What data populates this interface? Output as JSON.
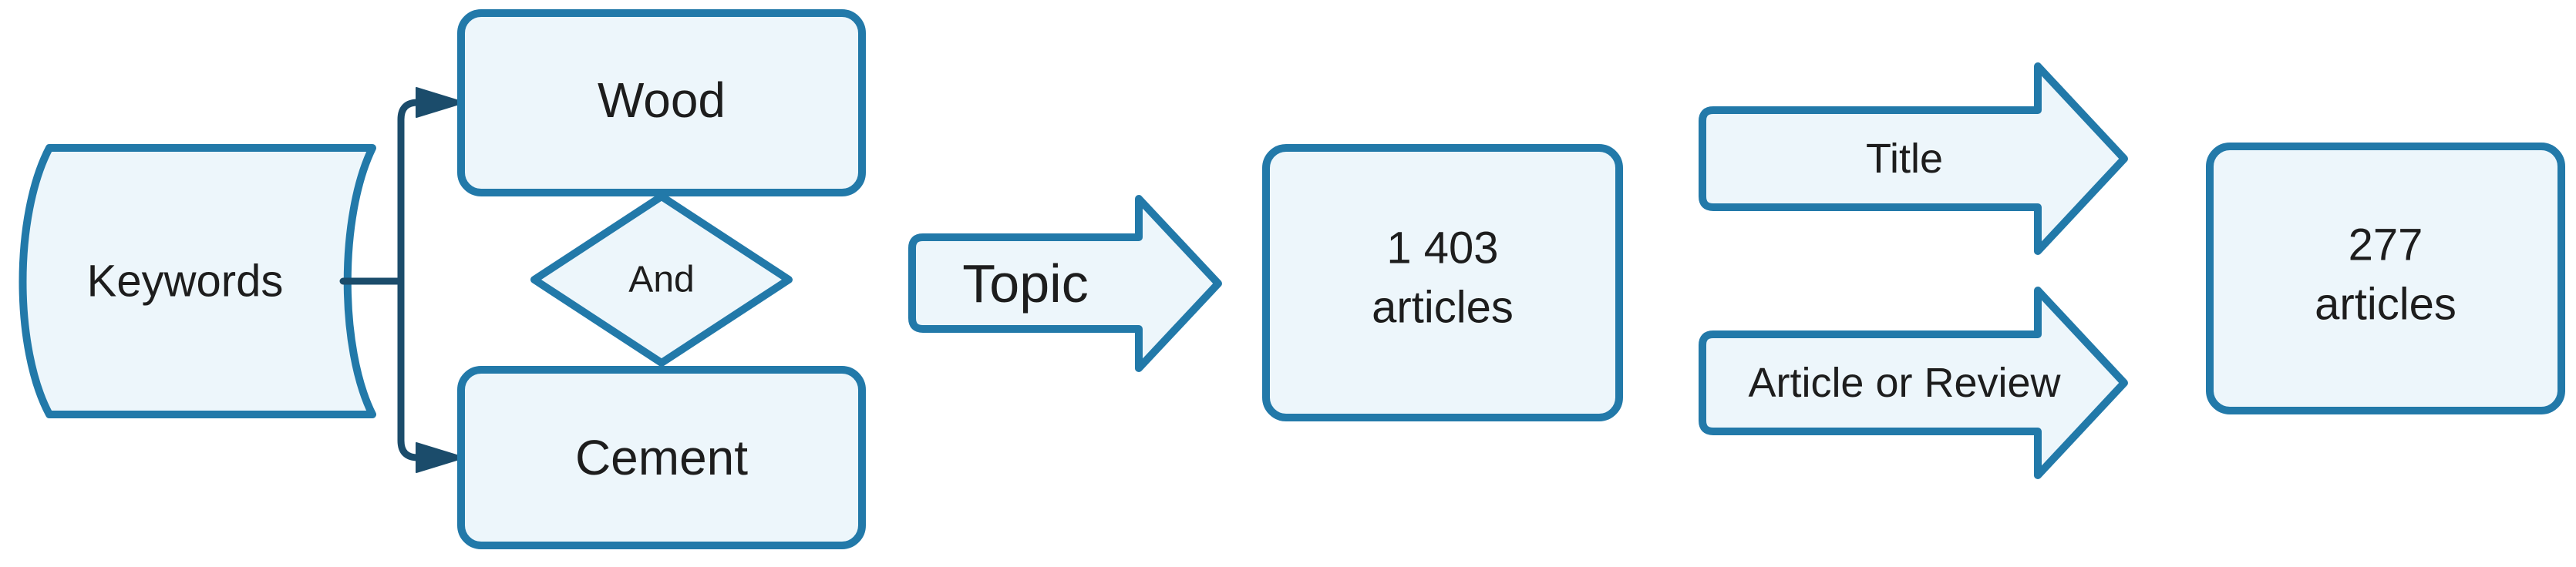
{
  "diagram": {
    "type": "flowchart-literature-search",
    "colors": {
      "background": "#ffffff",
      "shape_fill": "#edf6fb",
      "shape_stroke": "#2279a9",
      "connector": "#1b4c6b",
      "text_color": "#1d1d1d"
    },
    "nodes": {
      "keywords": {
        "label": "Keywords",
        "shape": "stored-data"
      },
      "wood": {
        "label": "Wood",
        "shape": "rounded-rectangle"
      },
      "and": {
        "label": "And",
        "shape": "diamond"
      },
      "cement": {
        "label": "Cement",
        "shape": "rounded-rectangle"
      },
      "topic": {
        "label": "Topic",
        "shape": "block-arrow-right"
      },
      "articles_1403": {
        "count": "1 403",
        "unit": "articles",
        "shape": "rounded-rectangle"
      },
      "title": {
        "label": "Title",
        "shape": "block-arrow-right"
      },
      "article_or_review": {
        "label": "Article or Review",
        "shape": "block-arrow-right"
      },
      "articles_277": {
        "count": "277",
        "unit": "articles",
        "shape": "rounded-rectangle"
      }
    },
    "edges": [
      {
        "from": "keywords",
        "to": "wood"
      },
      {
        "from": "keywords",
        "to": "cement"
      }
    ]
  }
}
